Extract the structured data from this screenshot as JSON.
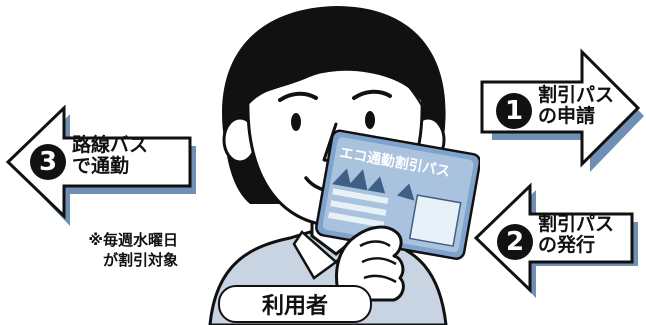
{
  "steps": [
    {
      "number": "1",
      "line1": "割引パス",
      "line2": "の申請"
    },
    {
      "number": "2",
      "line1": "割引パス",
      "line2": "の発行"
    },
    {
      "number": "3",
      "line1": "路線バス",
      "line2": "で通勤"
    }
  ],
  "note": {
    "line1": "※毎週水曜日",
    "line2": "が割引対象"
  },
  "user_label": "利用者",
  "card": {
    "title": "エコ通勤割引パス"
  },
  "colors": {
    "arrow_fill": "#ffffff",
    "arrow_shadow": "#6f8fb4",
    "card_blue": "#7fa3cc",
    "shirt": "#c9d4e2"
  }
}
